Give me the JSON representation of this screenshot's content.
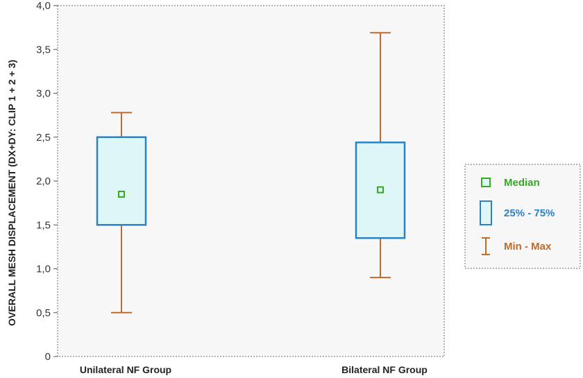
{
  "chart_data": {
    "type": "boxplot",
    "ylabel": "OVERALL MESH DISPLACEMENT (DX+DY: CLIP 1 + 2 + 3)",
    "xlabel": "",
    "ylim": [
      0,
      4.0
    ],
    "yticks": [
      "0",
      "0,5",
      "1,0",
      "1,5",
      "2,0",
      "2,5",
      "3,0",
      "3,5",
      "4,0"
    ],
    "categories": [
      "Unilateral NF Group",
      "Bilateral NF Group"
    ],
    "groups": [
      {
        "category": "Unilateral NF Group",
        "min": 0.5,
        "q1": 1.5,
        "median": 1.85,
        "q3": 2.5,
        "max": 2.78
      },
      {
        "category": "Bilateral NF Group",
        "min": 0.9,
        "q1": 1.35,
        "median": 1.9,
        "q3": 2.44,
        "max": 3.69
      }
    ],
    "grid": false,
    "legend": {
      "placement": "right",
      "items": [
        {
          "key": "median",
          "label": "Median",
          "color": "#33aa22"
        },
        {
          "key": "iqr",
          "label": "25% - 75%",
          "color": "#2a82c4"
        },
        {
          "key": "range",
          "label": "Min - Max",
          "color": "#c06a2b"
        }
      ]
    },
    "colors": {
      "box_fill": "#dff6f6",
      "box_stroke": "#2a82c4",
      "whisker": "#c06a2b",
      "median_fill": "#dff6f6",
      "median_stroke": "#33aa22",
      "plot_bg": "#f7f7f7",
      "frame": "#999999"
    }
  }
}
